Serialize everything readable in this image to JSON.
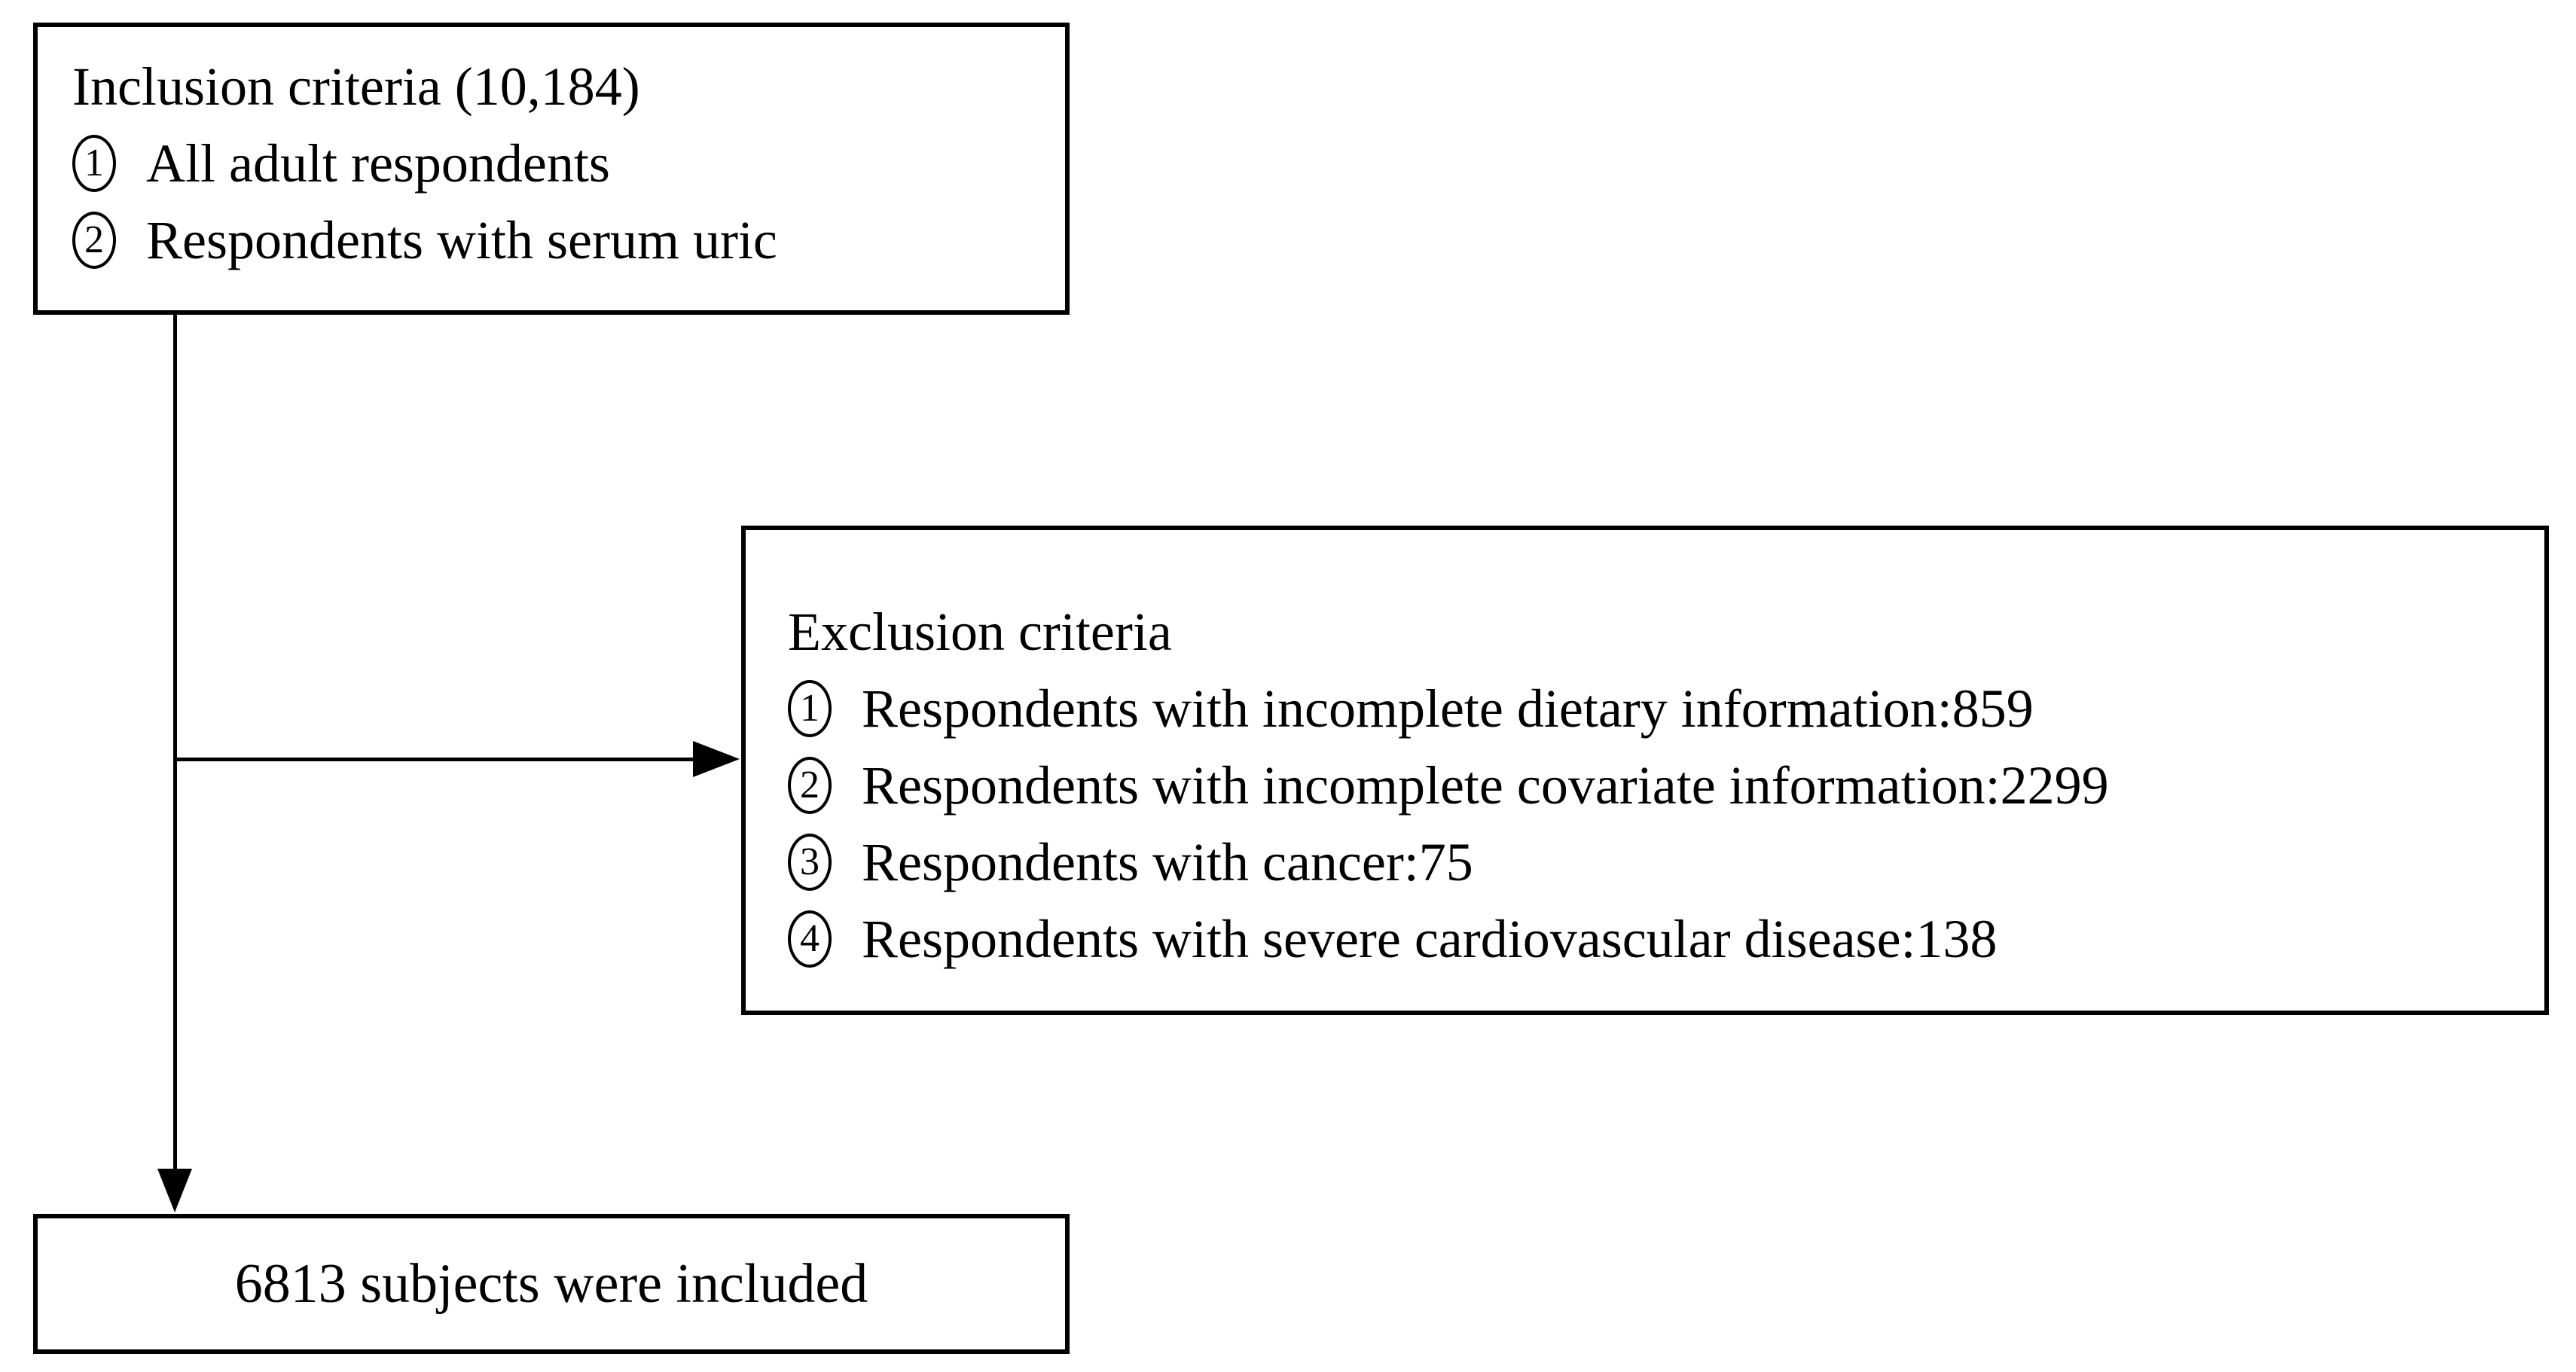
{
  "figure": {
    "background_color": "#ffffff",
    "line_color": "#000000",
    "inclusion_box": {
      "title": "Inclusion criteria (10,184)",
      "items": [
        {
          "num": "1",
          "text": "All adult respondents"
        },
        {
          "num": "2",
          "text": "Respondents with serum uric"
        }
      ]
    },
    "exclusion_box": {
      "title": "Exclusion criteria",
      "items": [
        {
          "num": "1",
          "text": "Respondents with incomplete dietary information:859"
        },
        {
          "num": "2",
          "text": "Respondents with incomplete covariate information:2299"
        },
        {
          "num": "3",
          "text": "Respondents with cancer:75"
        },
        {
          "num": "4",
          "text": "Respondents with severe cardiovascular disease:138"
        }
      ]
    },
    "result_box": {
      "text": "6813 subjects were included"
    }
  }
}
